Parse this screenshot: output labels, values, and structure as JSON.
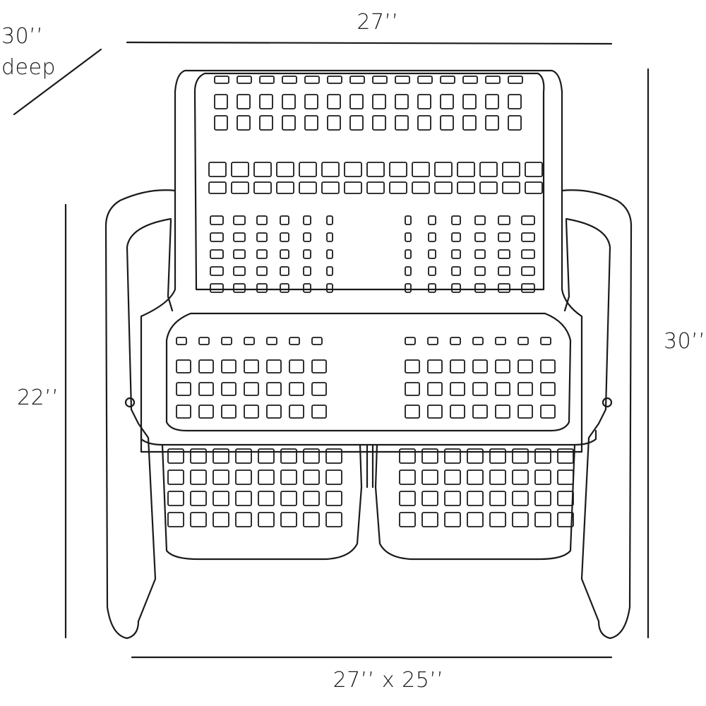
{
  "dimensions": {
    "width_top": "27’’",
    "depth_value": "30’’",
    "depth_word": "deep",
    "seat_height": "22’’",
    "total_height": "30’’",
    "footprint": "27’’ x 25’’"
  },
  "colors": {
    "line": "#1a1a1a",
    "background": "#ffffff"
  }
}
